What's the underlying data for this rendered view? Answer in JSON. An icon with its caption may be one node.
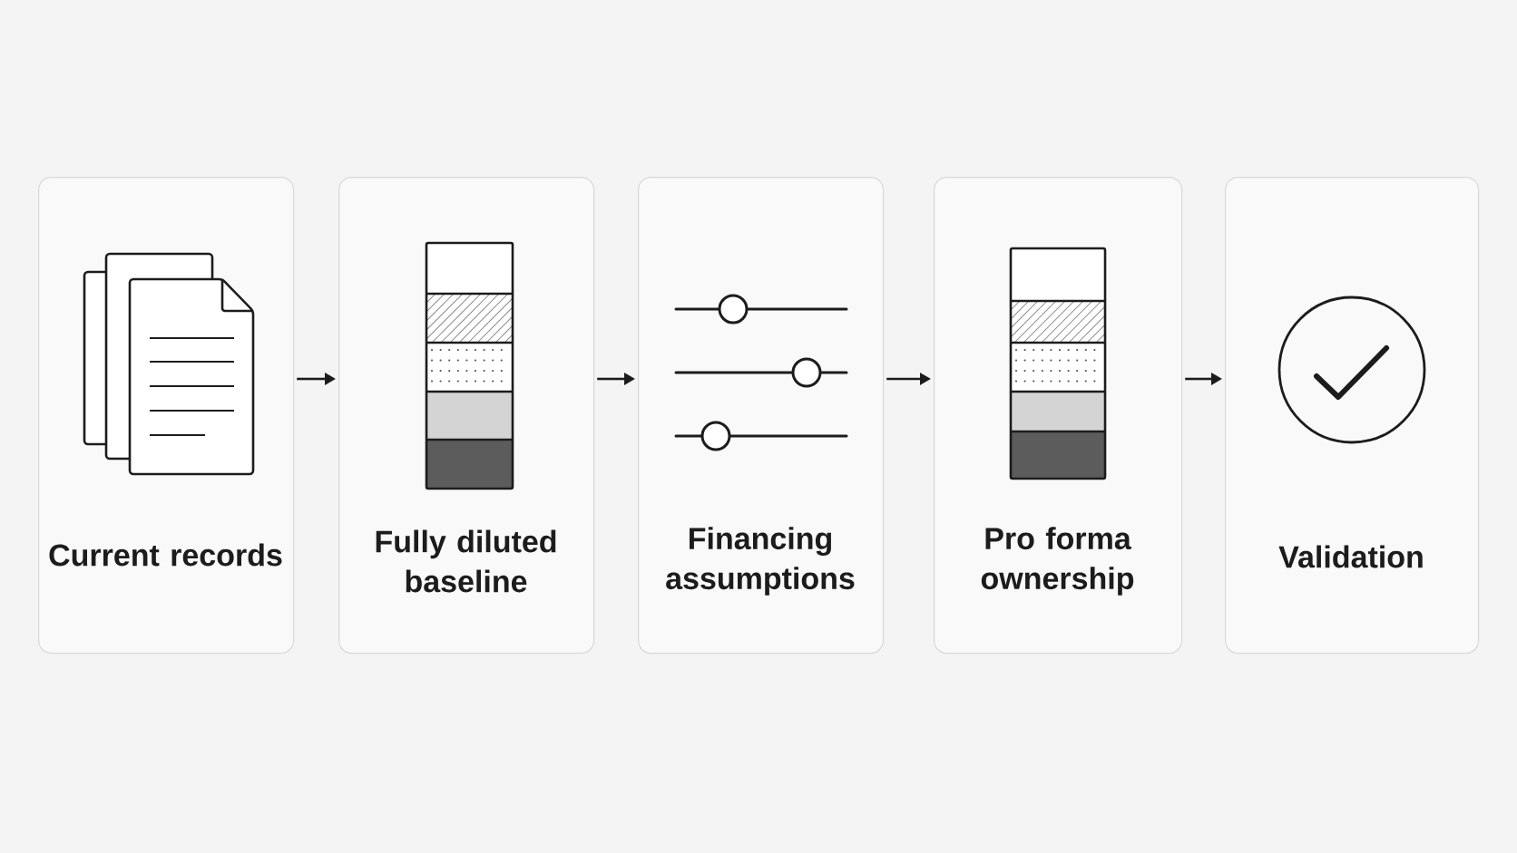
{
  "diagram": {
    "nodes": [
      {
        "text": [
          "Current records"
        ]
      },
      {
        "text": [
          "Fully diluted baseline"
        ]
      },
      {
        "text": [
          "Financing assumptions"
        ]
      },
      {
        "text": [
          "Pro forma ownership"
        ]
      },
      {
        "text": [
          "Validation"
        ]
      }
    ],
    "edges": [
      {
        "from": 0,
        "to": 1,
        "arrow": "to"
      },
      {
        "from": 1,
        "to": 2,
        "arrow": "to"
      },
      {
        "from": 2,
        "to": 3,
        "arrow": "to"
      },
      {
        "from": 3,
        "to": 4,
        "arrow": "to"
      }
    ]
  }
}
